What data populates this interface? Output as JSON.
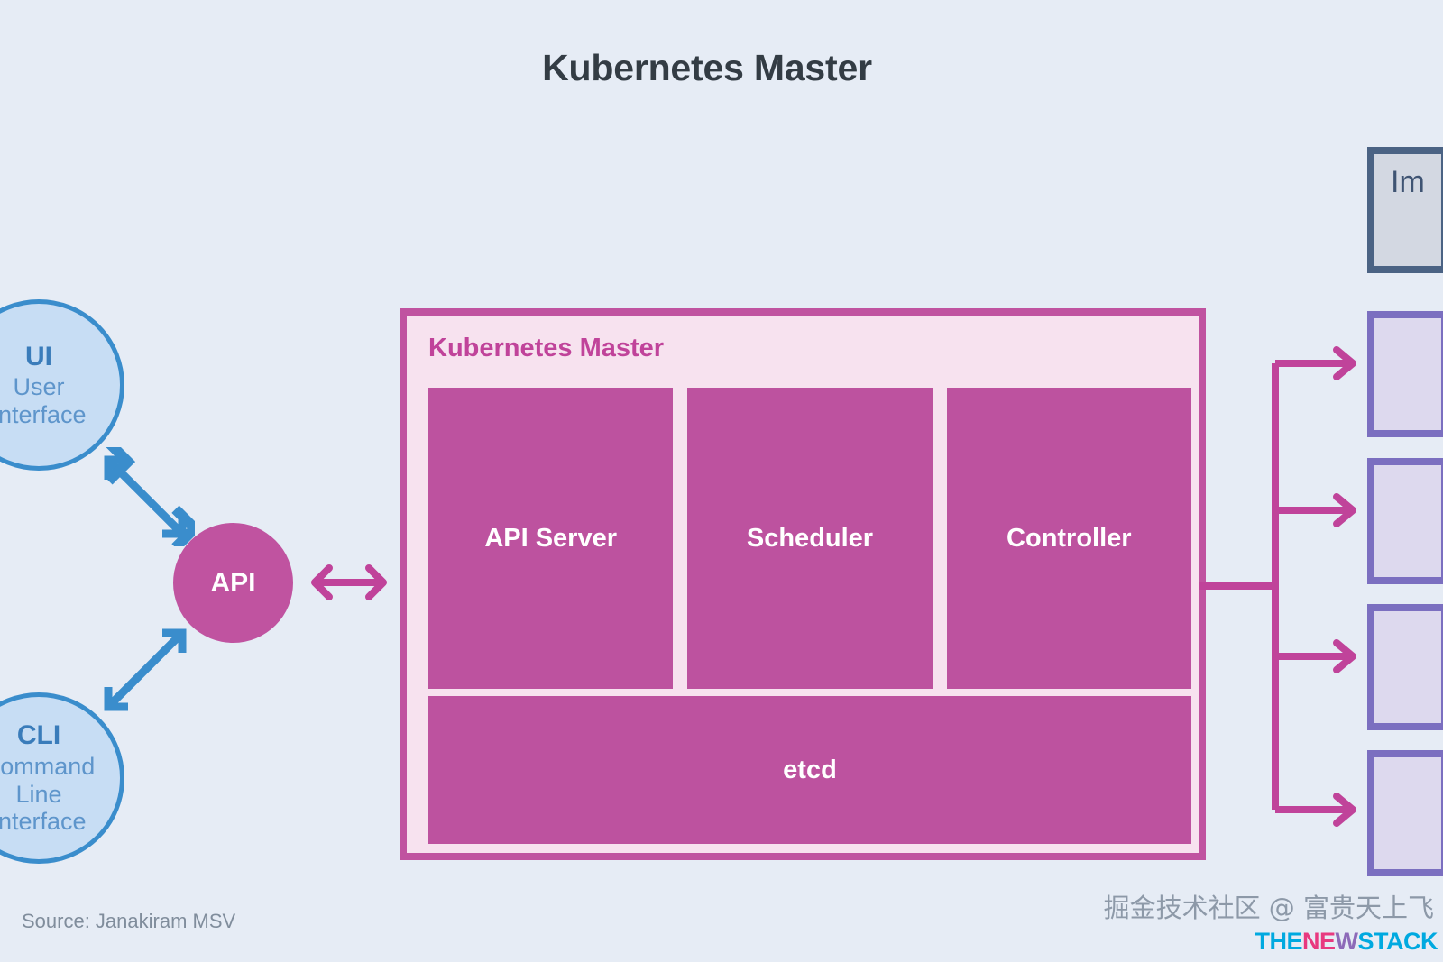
{
  "page": {
    "title": "Kubernetes Master",
    "background_color": "#e6ecf5"
  },
  "colors": {
    "accent_magenta": "#c053a0",
    "component_fill": "#bd529f",
    "master_panel_fill": "#f7e2ef",
    "client_blue": "#3a8dcc",
    "client_fill": "#c7ddf4",
    "node_purple": "#7b6fc0",
    "node_fill": "#ddd9ee",
    "registry_border": "#4b6384",
    "registry_fill": "#d3d8e2",
    "title_color": "#333c44"
  },
  "clients": [
    {
      "abbr": "UI",
      "description": "User Interface",
      "desc_line_1": "User",
      "desc_line_2": "Interface"
    },
    {
      "abbr": "CLI",
      "description": "Command Line Interface",
      "desc_line_1": "Command",
      "desc_line_2": "Line",
      "desc_line_3": "Interface"
    }
  ],
  "api": {
    "label": "API"
  },
  "master": {
    "panel_label": "Kubernetes Master",
    "components": [
      {
        "label": "API Server"
      },
      {
        "label": "Scheduler"
      },
      {
        "label": "Controller"
      }
    ],
    "datastore": {
      "label": "etcd"
    }
  },
  "registry": {
    "label": "Im",
    "full_label_visible": "Im"
  },
  "nodes": [
    {
      "label": ""
    },
    {
      "label": ""
    },
    {
      "label": ""
    },
    {
      "label": ""
    }
  ],
  "footer": {
    "source": "Source: Janakiram MSV",
    "watermark": "掘金技术社区 @ 富贵天上飞",
    "logo": {
      "part_1": "THE",
      "part_2": "NE",
      "part_3": "W",
      "part_4": "STACK"
    }
  }
}
